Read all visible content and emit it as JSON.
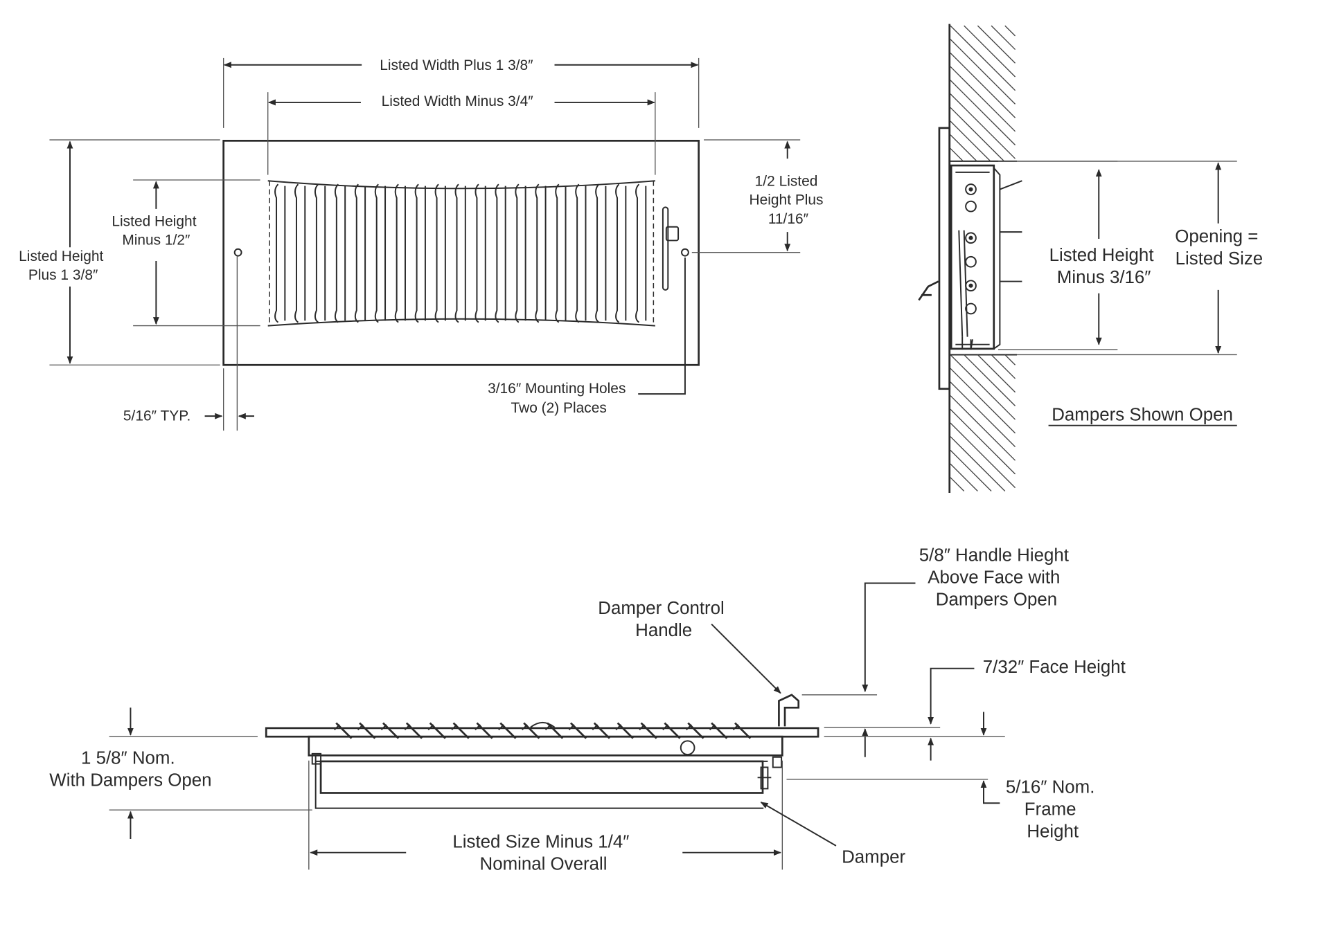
{
  "front_view": {
    "dim_overall_width": "Listed Width Plus 1 3/8″",
    "dim_inner_width": "Listed Width Minus 3/4″",
    "dim_overall_height": [
      "Listed Height",
      "Plus 1 3/8″"
    ],
    "dim_inner_height": [
      "Listed Height",
      "Minus 1/2″"
    ],
    "dim_hole_offset": [
      "1/2 Listed",
      "Height Plus",
      "11/16″"
    ],
    "mounting_holes": [
      "3/16″ Mounting Holes",
      "Two (2) Places"
    ],
    "dim_border": "5/16″ TYP."
  },
  "side_view": {
    "dim_height": [
      "Listed Height",
      "Minus 3/16″"
    ],
    "dim_opening": [
      "Opening =",
      "Listed Size"
    ],
    "caption": "Dampers Shown Open"
  },
  "section_view": {
    "handle_height": [
      "5/8″ Handle Hieght",
      "Above Face with",
      "Dampers Open"
    ],
    "damper_control": [
      "Damper Control",
      "Handle"
    ],
    "face_height": "7/32″ Face Height",
    "nominal_depth": [
      "1 5/8″ Nom.",
      "With Dampers Open"
    ],
    "frame_height": [
      "5/16″ Nom.",
      "Frame",
      "Height"
    ],
    "overall_size": [
      "Listed Size Minus 1/4″",
      "Nominal Overall"
    ],
    "damper": "Damper"
  }
}
